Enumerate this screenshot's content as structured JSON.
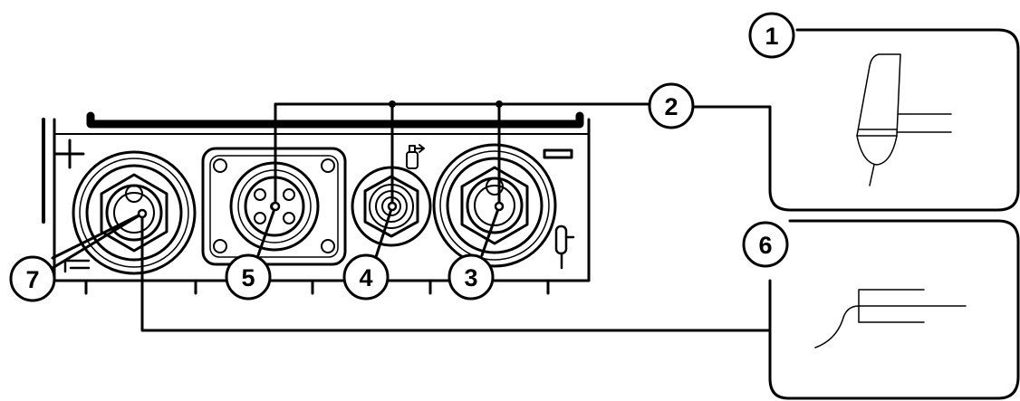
{
  "callouts": {
    "c1": "1",
    "c2": "2",
    "c3": "3",
    "c4": "4",
    "c5": "5",
    "c6": "6",
    "c7": "7"
  },
  "panel": {
    "plus_symbol": "+",
    "minus_symbol": "−"
  },
  "icons": [
    "plus-terminal-icon",
    "minus-terminal-icon",
    "gas-bottle-icon",
    "torch-hanger-icon",
    "ground-clamp-icon",
    "mig-torch-icon",
    "electrode-holder-icon"
  ],
  "colors": {
    "line": "#000000",
    "panel": "#ffffff"
  }
}
